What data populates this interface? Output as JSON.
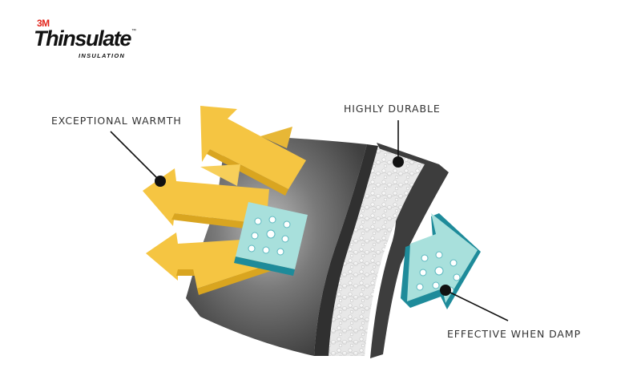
{
  "logo": {
    "maker": "3M",
    "brand": "Thinsulate",
    "trademark": "™",
    "subtitle": "INSULATION"
  },
  "callouts": {
    "warmth": "EXCEPTIONAL WARMTH",
    "durable": "HIGHLY DURABLE",
    "damp": "EFFECTIVE WHEN DAMP"
  },
  "colors": {
    "arrow_yellow": "#f5c542",
    "arrow_dark_yellow": "#d9a520",
    "fabric_dark": "#3f3f3f",
    "fabric_light": "#b8b8b8",
    "insulation_fiber": "#e8e8e8",
    "moisture_tile": "#a8e0dc",
    "moisture_edge": "#1e8b9a"
  },
  "icons": {
    "warmth_arrows": "yellow-heat-arrows-icon",
    "moisture": "moisture-droplet-tile-icon",
    "damp_arrow": "teal-breathable-arrow-icon"
  }
}
